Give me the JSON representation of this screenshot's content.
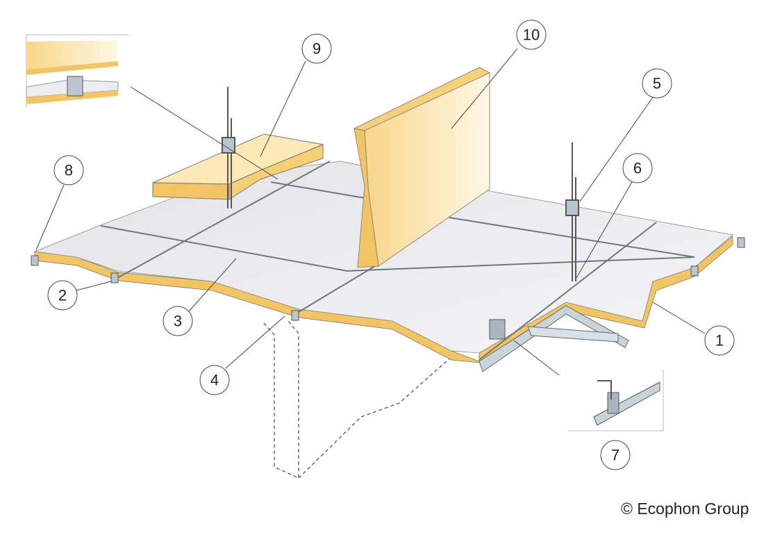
{
  "diagram": {
    "callouts": [
      {
        "id": "1",
        "label": "1"
      },
      {
        "id": "2",
        "label": "2"
      },
      {
        "id": "3",
        "label": "3"
      },
      {
        "id": "4",
        "label": "4"
      },
      {
        "id": "5",
        "label": "5"
      },
      {
        "id": "6",
        "label": "6"
      },
      {
        "id": "7",
        "label": "7"
      },
      {
        "id": "8",
        "label": "8"
      },
      {
        "id": "9",
        "label": "9"
      },
      {
        "id": "10",
        "label": "10"
      }
    ],
    "copyright": "© Ecophon Group",
    "colors": {
      "tile_surface": "#ebebee",
      "tile_edge": "#f3c462",
      "insulation": "#fbe2a6",
      "metal": "#b9c6cf",
      "line": "#555555"
    }
  }
}
